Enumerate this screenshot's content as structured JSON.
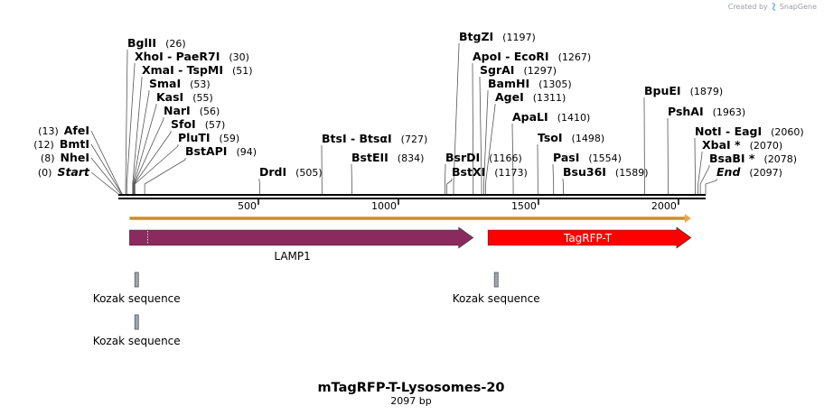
{
  "credit": {
    "prefix": "Created by",
    "brand": "SnapGene",
    "logo_icon": "snapgene-logo-icon"
  },
  "title": "mTagRFP-T-Lysosomes-20",
  "subtitle": "2097 bp",
  "sequence": {
    "length": 2097,
    "ruler_ticks": [
      500,
      1000,
      1500,
      2000
    ]
  },
  "sites": [
    {
      "name": "Start",
      "pos": 0,
      "italic": true,
      "pos_label": "(0)",
      "side": "left"
    },
    {
      "name": "NheI",
      "pos": 8,
      "pos_label": "(8)",
      "side": "left"
    },
    {
      "name": "BmtI",
      "pos": 12,
      "pos_label": "(12)",
      "side": "left"
    },
    {
      "name": "AfeI",
      "pos": 13,
      "pos_label": "(13)",
      "side": "left"
    },
    {
      "name": "BglII",
      "pos": 26,
      "pos_label": "(26)",
      "side": "right"
    },
    {
      "name": "XhoI  - PaeR7I",
      "pos": 30,
      "pos_label": "(30)",
      "side": "right"
    },
    {
      "name": "XmaI  - TspMI",
      "pos": 51,
      "pos_label": "(51)",
      "side": "right"
    },
    {
      "name": "SmaI",
      "pos": 53,
      "pos_label": "(53)",
      "side": "right"
    },
    {
      "name": "KasI",
      "pos": 55,
      "pos_label": "(55)",
      "side": "right"
    },
    {
      "name": "NarI",
      "pos": 56,
      "pos_label": "(56)",
      "side": "right"
    },
    {
      "name": "SfoI",
      "pos": 57,
      "pos_label": "(57)",
      "side": "right"
    },
    {
      "name": "PluTI",
      "pos": 59,
      "pos_label": "(59)",
      "side": "right"
    },
    {
      "name": "BstAPI",
      "pos": 94,
      "pos_label": "(94)",
      "side": "right"
    },
    {
      "name": "DrdI",
      "pos": 505,
      "pos_label": "(505)",
      "side": "right"
    },
    {
      "name": "BtsI  - BtsαI",
      "pos": 727,
      "pos_label": "(727)",
      "side": "right"
    },
    {
      "name": "BstEII",
      "pos": 834,
      "pos_label": "(834)",
      "side": "right"
    },
    {
      "name": "BsrDI",
      "pos": 1166,
      "pos_label": "(1166)",
      "side": "right"
    },
    {
      "name": "BstXI",
      "pos": 1173,
      "pos_label": "(1173)",
      "side": "right"
    },
    {
      "name": "BtgZI",
      "pos": 1197,
      "pos_label": "(1197)",
      "side": "right"
    },
    {
      "name": "ApoI  - EcoRI",
      "pos": 1267,
      "pos_label": "(1267)",
      "side": "right"
    },
    {
      "name": "SgrAI",
      "pos": 1297,
      "pos_label": "(1297)",
      "side": "right"
    },
    {
      "name": "BamHI",
      "pos": 1305,
      "pos_label": "(1305)",
      "side": "right"
    },
    {
      "name": "AgeI",
      "pos": 1311,
      "pos_label": "(1311)",
      "side": "right"
    },
    {
      "name": "ApaLI",
      "pos": 1410,
      "pos_label": "(1410)",
      "side": "right"
    },
    {
      "name": "TsoI",
      "pos": 1498,
      "pos_label": "(1498)",
      "side": "right"
    },
    {
      "name": "PasI",
      "pos": 1554,
      "pos_label": "(1554)",
      "side": "right"
    },
    {
      "name": "Bsu36I",
      "pos": 1589,
      "pos_label": "(1589)",
      "side": "right"
    },
    {
      "name": "BpuEI",
      "pos": 1879,
      "pos_label": "(1879)",
      "side": "right"
    },
    {
      "name": "PshAI",
      "pos": 1963,
      "pos_label": "(1963)",
      "side": "right"
    },
    {
      "name": "NotI  - EagI",
      "pos": 2060,
      "pos_label": "(2060)",
      "side": "right"
    },
    {
      "name": "XbaI *",
      "pos": 2070,
      "pos_label": "(2070)",
      "side": "right"
    },
    {
      "name": "BsaBI *",
      "pos": 2078,
      "pos_label": "(2078)",
      "side": "right"
    },
    {
      "name": "End",
      "pos": 2097,
      "italic": true,
      "pos_label": "(2097)",
      "side": "right"
    }
  ],
  "features": [
    {
      "name": "LAMP1",
      "start": 40,
      "end": 1267,
      "color": "#8b2a5e",
      "label_inside": false
    },
    {
      "name": "TagRFP-T",
      "start": 1320,
      "end": 2045,
      "color": "#ff0000",
      "label_inside": true
    },
    {
      "name": "Kozak sequence",
      "start": 33,
      "end": 45,
      "color": "#9ea7b0",
      "row": 0
    },
    {
      "name": "Kozak sequence",
      "start": 1317,
      "end": 1329,
      "color": "#9ea7b0",
      "row": 0
    },
    {
      "name": "Kozak sequence",
      "start": 33,
      "end": 45,
      "color": "#9ea7b0",
      "row": 1
    }
  ],
  "orf_line": {
    "start": 40,
    "end": 2045,
    "color": "#f4a640"
  },
  "colors": {
    "backbone": "#000000",
    "orf": "#f4a640",
    "lamp1": "#8b2a5e",
    "tagrfp": "#ff0000",
    "kozak": "#9ea7b0"
  }
}
